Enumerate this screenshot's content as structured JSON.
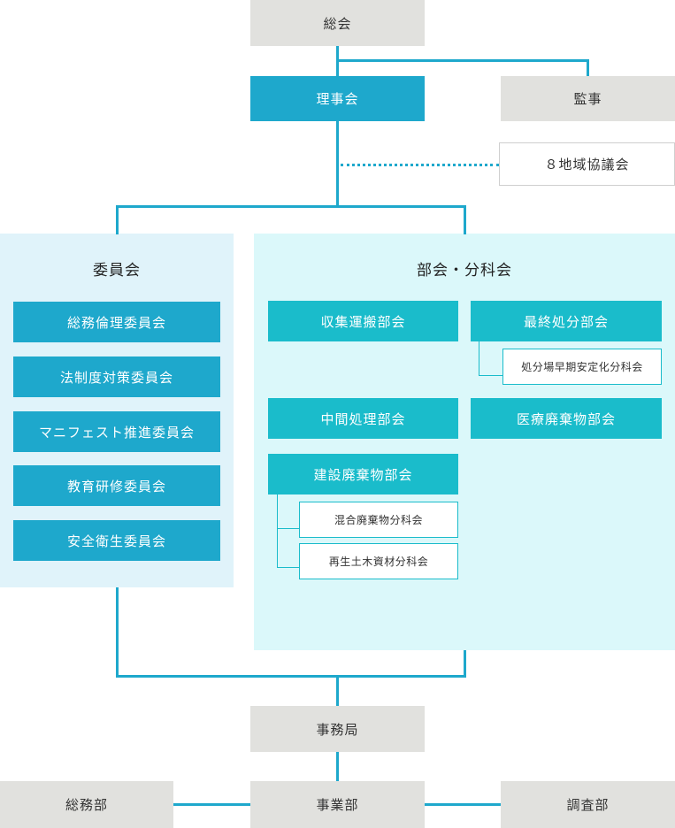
{
  "top": {
    "general_meeting": "総会",
    "board": "理事会",
    "auditor": "監事",
    "regional_council": "８地域協議会"
  },
  "committees": {
    "title": "委員会",
    "items": [
      "総務倫理委員会",
      "法制度対策委員会",
      "マニフェスト推進委員会",
      "教育研修委員会",
      "安全衛生委員会"
    ]
  },
  "sections": {
    "title": "部会・分科会",
    "collection": "収集運搬部会",
    "final_disposal": "最終処分部会",
    "final_disposal_sub": "処分場早期安定化分科会",
    "intermediate": "中間処理部会",
    "medical": "医療廃棄物部会",
    "construction": "建設廃棄物部会",
    "construction_sub1": "混合廃棄物分科会",
    "construction_sub2": "再生土木資材分科会"
  },
  "bottom": {
    "secretariat": "事務局",
    "general_affairs": "総務部",
    "business": "事業部",
    "investigation": "調査部"
  },
  "colors": {
    "line": "#1ea8cc",
    "board": "#1ea8cc",
    "section": "#1abccb",
    "gray_box": "#e1e1de",
    "panel_left": "#e0f3fa",
    "panel_right": "#dbf8fa"
  }
}
